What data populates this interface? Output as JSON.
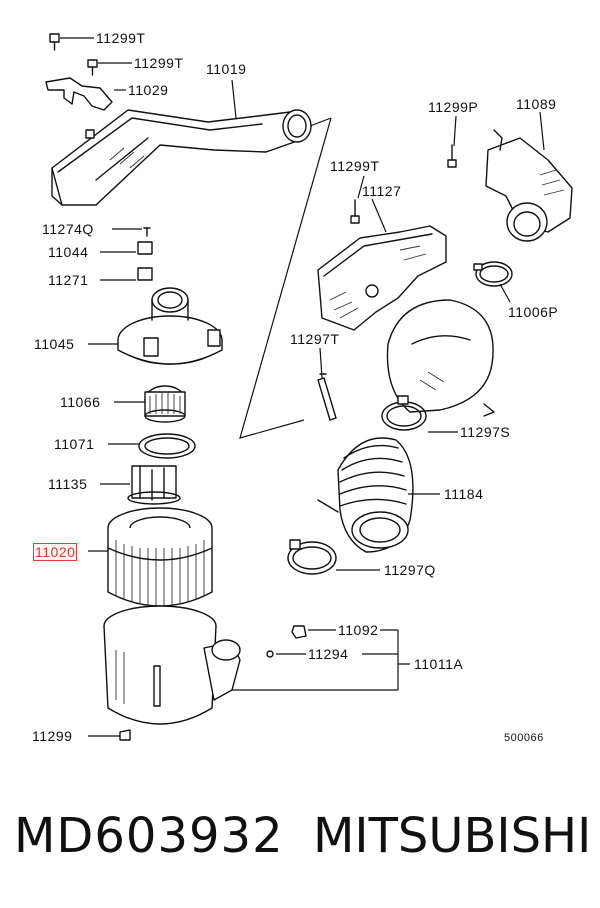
{
  "labels": {
    "l11299t_a": "11299T",
    "l11299t_b": "11299T",
    "l11019": "11019",
    "l11029": "11029",
    "l11299p": "11299P",
    "l11089": "11089",
    "l11299t_c": "11299T",
    "l11127": "11127",
    "l11274q": "11274Q",
    "l11044": "11044",
    "l11271": "11271",
    "l11006p": "11006P",
    "l11045": "11045",
    "l11297t": "11297T",
    "l11066": "11066",
    "l11297s": "11297S",
    "l11071": "11071",
    "l11135": "11135",
    "l11184": "11184",
    "l11020": "11020",
    "l11297q": "11297Q",
    "l11092": "11092",
    "l11294": "11294",
    "l11011a": "11011A",
    "l11299": "11299",
    "code": "500066"
  },
  "highlight": {
    "label": "11020",
    "color": "#e0403a"
  },
  "caption": {
    "part_number": "MD603932",
    "brand": "MITSUBISHI"
  }
}
